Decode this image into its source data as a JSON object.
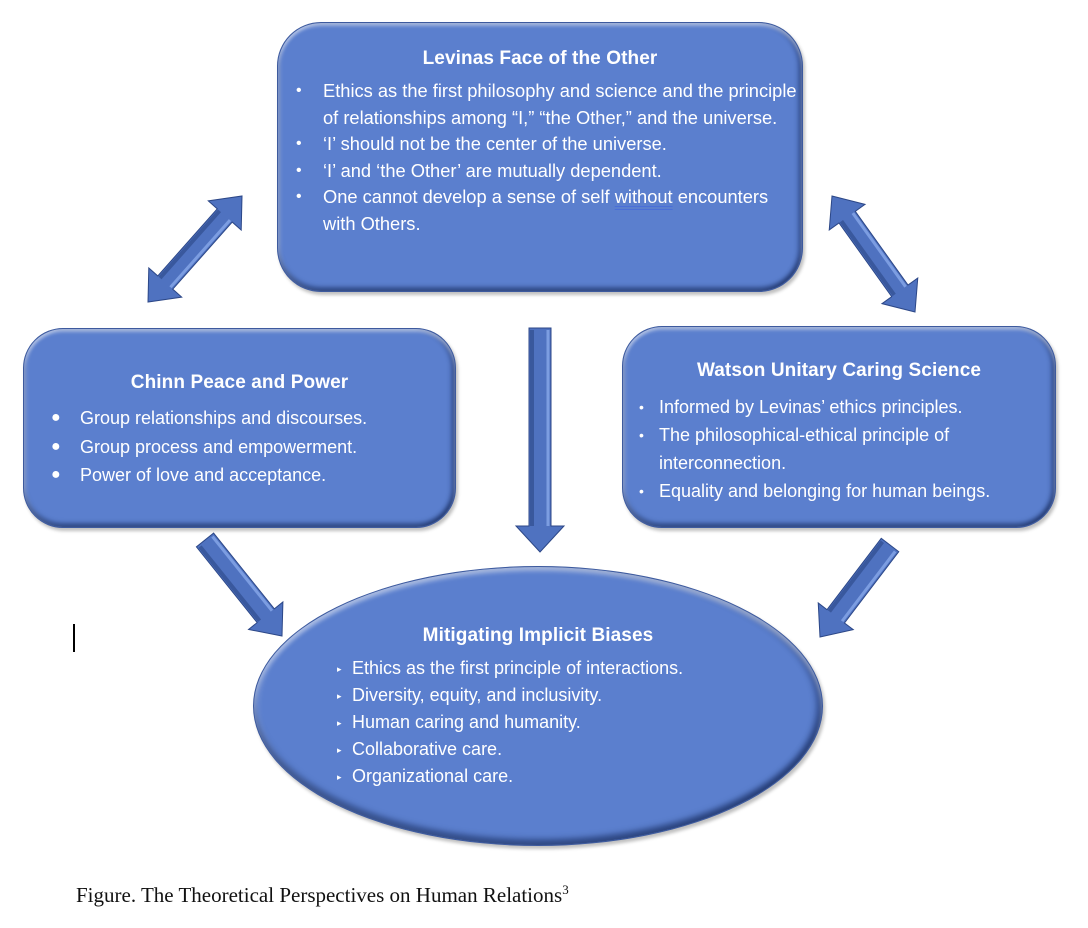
{
  "diagram": {
    "nodes": {
      "levinas": {
        "title": "Levinas Face of the Other",
        "bullet_glyph": "•",
        "items": [
          "Ethics as the first philosophy and science and the principle of relationships among “I,” “the Other,” and the universe.",
          "‘I’ should not be the center of the universe.",
          "‘I’ and ‘the Other’ are mutually dependent.",
          "One cannot develop a sense of self without encounters with Others."
        ],
        "item4_parts": {
          "before": "One cannot develop a sense of self ",
          "flagged": "without",
          "after": " encounters with Others."
        }
      },
      "chinn": {
        "title": "Chinn Peace and Power",
        "bullet_glyph": "●",
        "items": [
          "Group relationships and discourses.",
          "Group process and empowerment.",
          "Power of love and acceptance."
        ]
      },
      "watson": {
        "title": "Watson Unitary Caring Science",
        "bullet_glyph": "•",
        "items": [
          "Informed by Levinas’ ethics principles.",
          "The philosophical-ethical principle of interconnection.",
          "Equality and belonging for human beings."
        ]
      },
      "mitigating": {
        "title": "Mitigating Implicit Biases",
        "bullet_glyph": "▸",
        "items": [
          "Ethics as the first principle of interactions.",
          "Diversity, equity, and inclusivity.",
          "Human caring and humanity.",
          "Collaborative care.",
          "Organizational care."
        ]
      }
    },
    "edges": [
      {
        "from": "levinas",
        "to": "chinn",
        "type": "bidirectional"
      },
      {
        "from": "levinas",
        "to": "watson",
        "type": "bidirectional"
      },
      {
        "from": "levinas",
        "to": "mitigating",
        "type": "directed"
      },
      {
        "from": "chinn",
        "to": "mitigating",
        "type": "directed"
      },
      {
        "from": "watson",
        "to": "mitigating",
        "type": "directed"
      }
    ],
    "colors": {
      "node_fill": "#5b7fce",
      "node_border": "#3d5a9e",
      "arrow_fill": "#4f72c0",
      "arrow_dark": "#2c4787",
      "text": "#ffffff"
    }
  },
  "caption": {
    "text": "Figure. The Theoretical Perspectives on Human Relations",
    "superscript": "3"
  }
}
